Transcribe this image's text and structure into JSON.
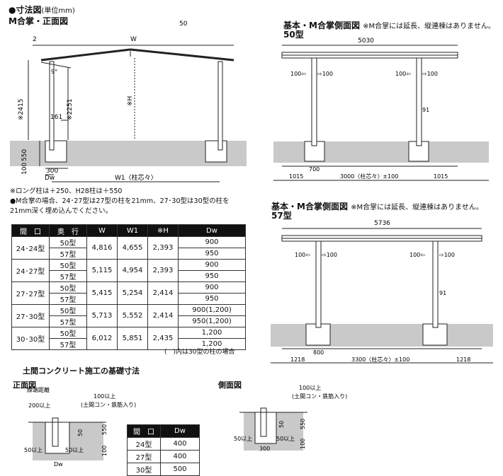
{
  "header": {
    "title": "●寸法図",
    "unit": "(単位mm)"
  },
  "front": {
    "title": "M合掌・正面図",
    "labels": {
      "top2": "2",
      "w": "W",
      "top_mark": "50",
      "angle": "9°",
      "h2415": "※2415",
      "h2251": "※2251",
      "d161": "161",
      "h": "※H",
      "h550": "550",
      "h100": "100",
      "d300": "300",
      "dw": "Dw",
      "w1": "W1〈柱芯々〉"
    }
  },
  "side50": {
    "title": "基本・M合掌側面図",
    "subtitle": "50型",
    "note": "※M合掌には延長、縦連棟はありません。",
    "labels": {
      "total": "5030",
      "l100a": "100⇦",
      "r100a": "⇨100",
      "l100b": "100⇦",
      "r100b": "⇨100",
      "d91": "91",
      "d700": "700",
      "left": "1015",
      "mid": "3000〈柱芯々〉±100",
      "right": "1015"
    }
  },
  "side57": {
    "title": "基本・M合掌側面図",
    "subtitle": "57型",
    "note": "※M合掌には延長、縦連棟はありません。",
    "labels": {
      "total": "5736",
      "l100a": "100⇦",
      "r100a": "⇨100",
      "l100b": "100⇦",
      "r100b": "⇨100",
      "d91": "91",
      "d800": "800",
      "left": "1218",
      "mid": "3300〈柱芯々〉±100",
      "right": "1218"
    }
  },
  "notes": [
    "※ロング柱は＋250、H28柱は＋550",
    "●M合掌の場合、24･27型は27型の柱を21mm、27･30型は30型の柱を",
    "21mm深く埋め込んでください。"
  ],
  "spec_table": {
    "headers": [
      "間　口",
      "奥　行",
      "W",
      "W1",
      "※H",
      "Dw"
    ],
    "rows": [
      {
        "size": "24･24型",
        "w": "4,816",
        "w1": "4,655",
        "h": "2,393",
        "sub": [
          {
            "d": "50型",
            "dw": "900"
          },
          {
            "d": "57型",
            "dw": "950"
          }
        ]
      },
      {
        "size": "24･27型",
        "w": "5,115",
        "w1": "4,954",
        "h": "2,393",
        "sub": [
          {
            "d": "50型",
            "dw": "900"
          },
          {
            "d": "57型",
            "dw": "950"
          }
        ]
      },
      {
        "size": "27･27型",
        "w": "5,415",
        "w1": "5,254",
        "h": "2,414",
        "sub": [
          {
            "d": "50型",
            "dw": "900"
          },
          {
            "d": "57型",
            "dw": "950"
          }
        ]
      },
      {
        "size": "27･30型",
        "w": "5,713",
        "w1": "5,552",
        "h": "2,414",
        "sub": [
          {
            "d": "50型",
            "dw": "900(1,200)"
          },
          {
            "d": "57型",
            "dw": "950(1,200)"
          }
        ]
      },
      {
        "size": "30･30型",
        "w": "6,012",
        "w1": "5,851",
        "h": "2,435",
        "sub": [
          {
            "d": "50型",
            "dw": "1,200"
          },
          {
            "d": "57型",
            "dw": "1,200"
          }
        ]
      }
    ],
    "footnote": "(　)内は30型の柱の場合"
  },
  "foundation": {
    "title": "土間コンクリート施工の基礎寸法",
    "front_title": "正面図",
    "side_title": "側面図",
    "front_labels": {
      "edge": "縁端距離",
      "edge_val": "200以上",
      "conc": "100以上",
      "conc2": "(土間コン・鉄筋入り)",
      "d50": "50",
      "d550": "550",
      "l50": "50以上",
      "r50": "50以上",
      "d100": "100",
      "dw": "Dw"
    },
    "side_labels": {
      "conc": "100以上",
      "conc2": "(土間コン・鉄筋入り)",
      "d50": "50",
      "d550": "550",
      "l50": "50以上",
      "r50": "50以上",
      "d300": "300",
      "d100": "100"
    },
    "dw_table": {
      "headers": [
        "間　口",
        "Dw"
      ],
      "rows": [
        [
          "24型",
          "400"
        ],
        [
          "27型",
          "400"
        ],
        [
          "30型",
          "500"
        ]
      ]
    }
  }
}
